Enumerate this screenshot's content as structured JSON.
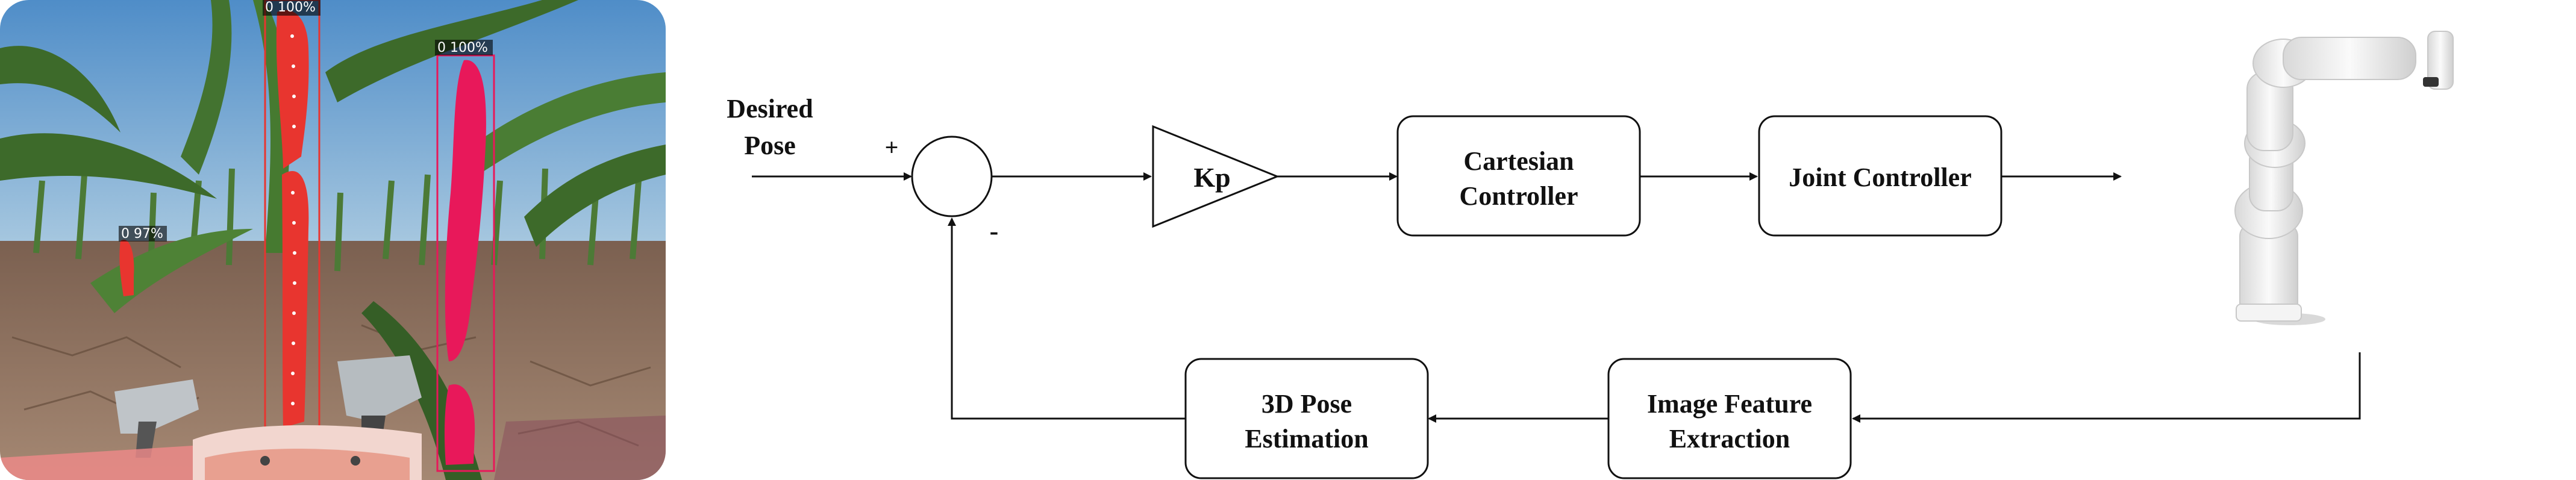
{
  "photo": {
    "detections": [
      {
        "label": "0 100%"
      },
      {
        "label": "0 100%"
      },
      {
        "label": "0 97%"
      }
    ]
  },
  "diagram": {
    "input_label_line1": "Desired",
    "input_label_line2": "Pose",
    "sum_plus": "+",
    "sum_minus": "-",
    "gain": "Kp",
    "cartesian_line1": "Cartesian",
    "cartesian_line2": "Controller",
    "joint_controller": "Joint Controller",
    "image_feature_line1": "Image Feature",
    "image_feature_line2": "Extraction",
    "pose_estimation_line1": "3D Pose",
    "pose_estimation_line2": "Estimation"
  },
  "colors": {
    "sky": "#5a93c6",
    "soil": "#8a6a55",
    "leaf": "#3f6b2c",
    "mask_red": "#e8352f",
    "mask_pink": "#e8185a",
    "line": "#111111"
  },
  "icons": [
    "robot-arm-icon"
  ]
}
